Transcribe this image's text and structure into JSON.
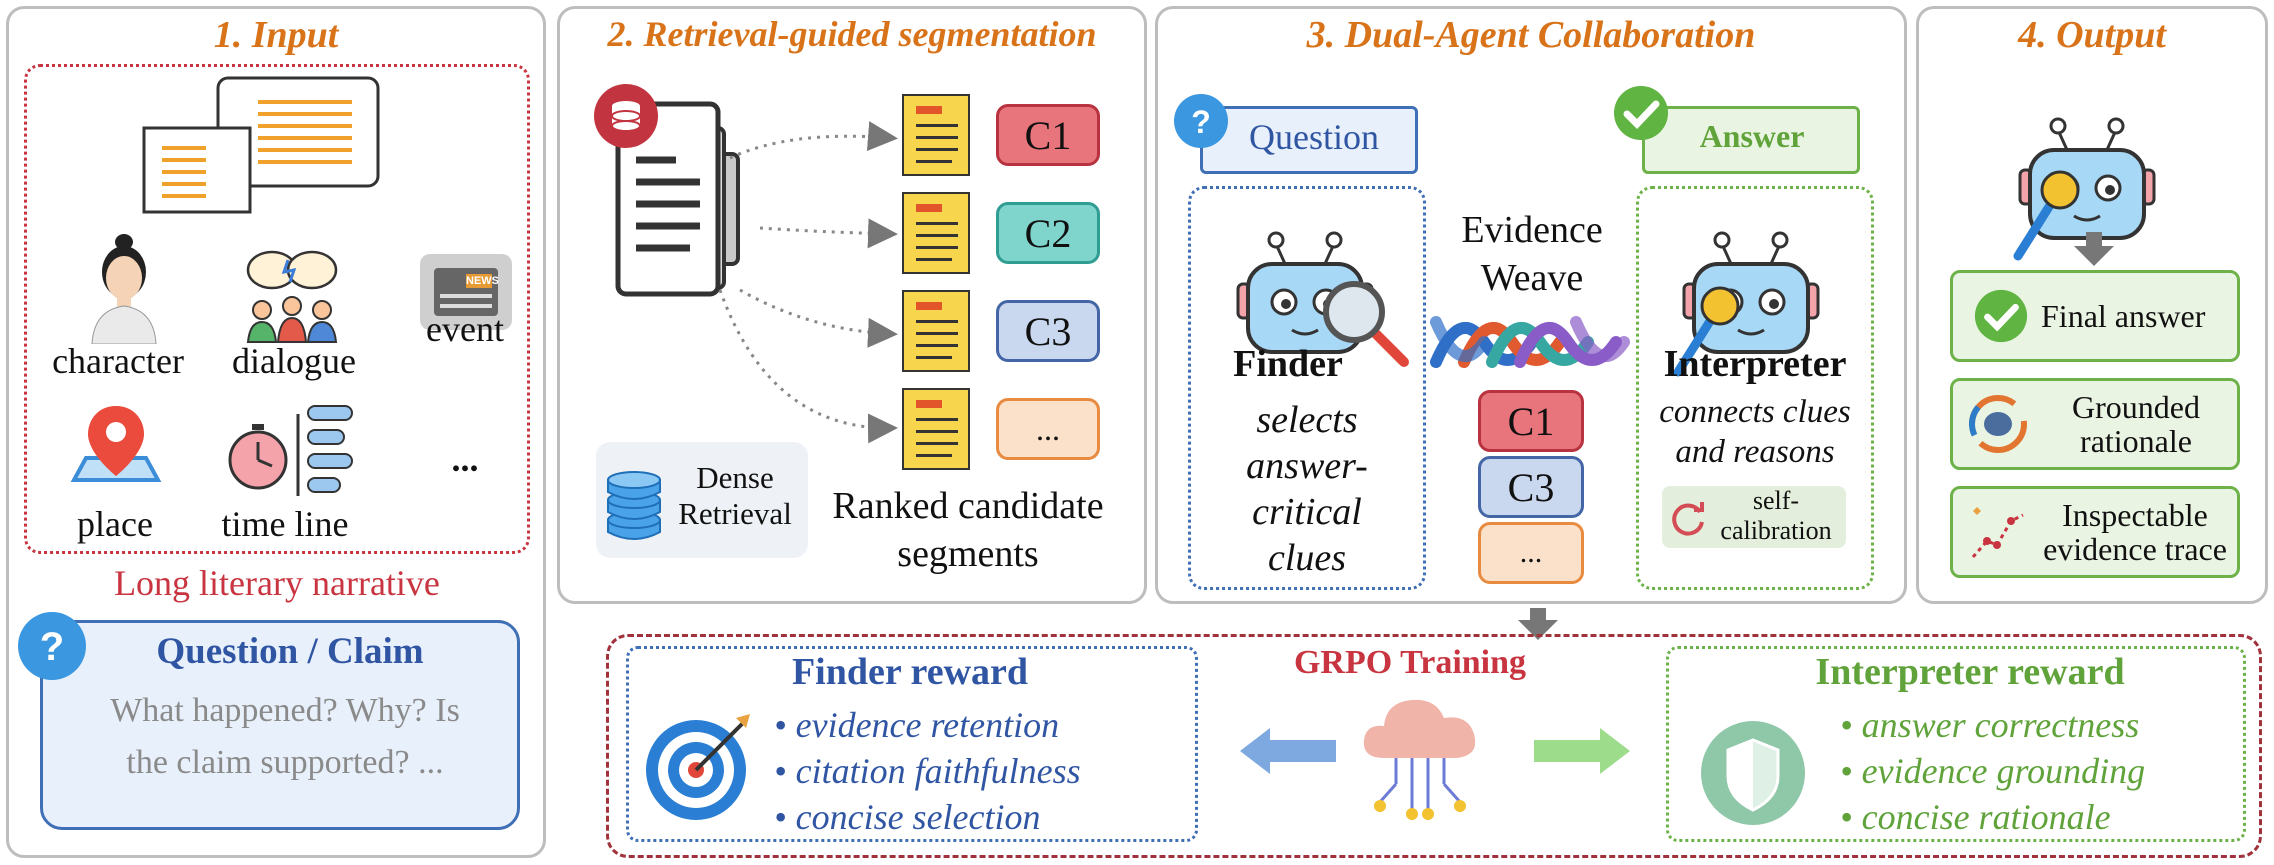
{
  "panels": {
    "input_title": "1. Input",
    "segmentation_title": "2. Retrieval-guided segmentation",
    "collab_title": "3. Dual-Agent Collaboration",
    "output_title": "4. Output"
  },
  "input": {
    "items": [
      "character",
      "dialogue",
      "event",
      "place",
      "time line",
      "..."
    ],
    "narrative_label": "Long literary narrative",
    "question_title": "Question / Claim",
    "question_text_1": "What happened? Why? Is",
    "question_text_2": "the claim supported? ...",
    "news_text": "NEWS"
  },
  "segmentation": {
    "chunks": [
      "C1",
      "C2",
      "C3",
      "..."
    ],
    "dense_retrieval_1": "Dense",
    "dense_retrieval_2": "Retrieval",
    "ranked_1": "Ranked candidate",
    "ranked_2": "segments"
  },
  "collab": {
    "question_label": "Question",
    "answer_label": "Answer",
    "evidence_1": "Evidence",
    "evidence_2": "Weave",
    "finder_name": "Finder",
    "finder_desc": [
      "selects",
      "answer-",
      "critical",
      "clues"
    ],
    "interpreter_name": "Interpreter",
    "interpreter_desc_1": "connects clues",
    "interpreter_desc_2": "and reasons",
    "self_cal_1": "self-",
    "self_cal_2": "calibration",
    "evidence_chunks": [
      "C1",
      "C3",
      "..."
    ]
  },
  "output": {
    "final_answer": "Final answer",
    "grounded_1": "Grounded",
    "grounded_2": "rationale",
    "inspect_1": "Inspectable",
    "inspect_2": "evidence trace"
  },
  "training": {
    "grpo": "GRPO Training",
    "finder_reward": "Finder reward",
    "finder_items": [
      "evidence retention",
      "citation faithfulness",
      "concise selection"
    ],
    "interpreter_reward": "Interpreter reward",
    "interpreter_items": [
      "answer correctness",
      "evidence grounding",
      "concise rationale"
    ]
  },
  "colors": {
    "title_orange": "#d9731a",
    "red": "#c8343f",
    "blue": "#2f55a3",
    "green": "#5fa33a",
    "c1": "#e8747c",
    "c2": "#7fd4cc",
    "c3": "#c9d7ef",
    "cdots": "#fbe1c9"
  },
  "icons": [
    "document-icon",
    "database-icon",
    "person-icon",
    "chat-group-icon",
    "news-icon",
    "map-pin-icon",
    "timeline-icon",
    "question-icon",
    "check-icon",
    "robot-icon",
    "magnifier-icon",
    "microphone-icon",
    "dna-icon",
    "target-icon",
    "cloud-icon",
    "shield-icon",
    "brain-icon",
    "trace-icon",
    "refresh-icon"
  ]
}
